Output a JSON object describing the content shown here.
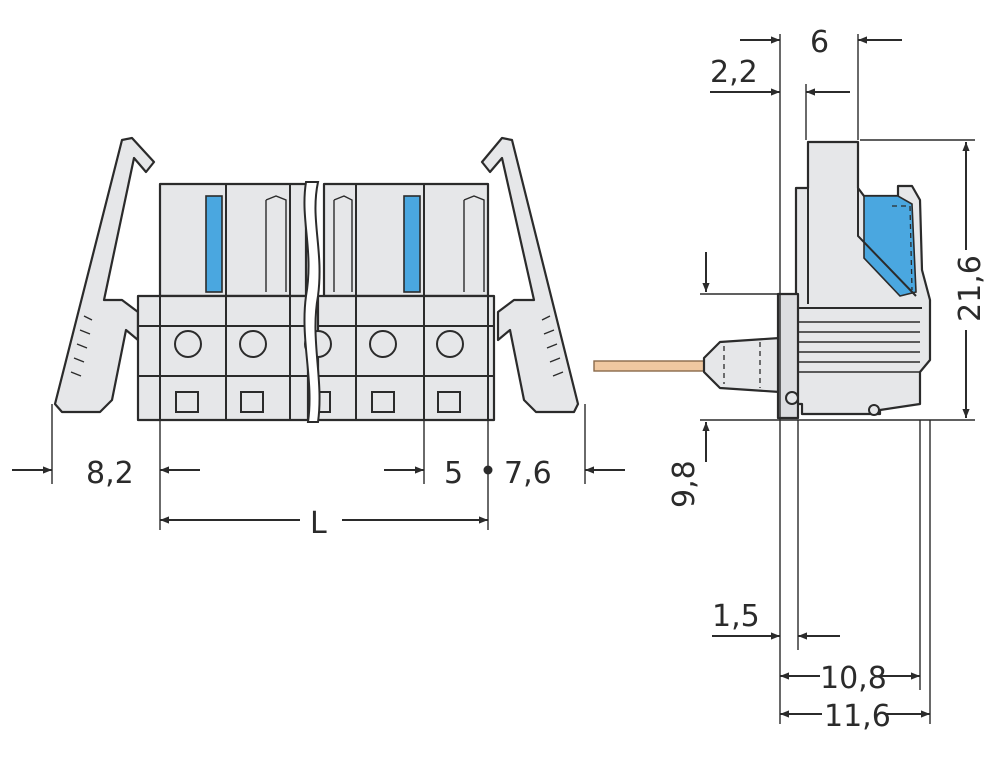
{
  "colors": {
    "housing": "#e6e7e9",
    "outline": "#2b2b2b",
    "release_button": "#4aa7e0",
    "wire": "#f0c8a0"
  },
  "dimensions": {
    "front": {
      "left_overhang": "8,2",
      "pitch": "5",
      "right_overhang": "7,6",
      "length": "L"
    },
    "side": {
      "top_width": "6",
      "top_offset": "2,2",
      "height": "21,6",
      "pin_height": "9,8",
      "bottom_offset": "1,5",
      "depth_inner": "10,8",
      "depth_total": "11,6"
    }
  }
}
